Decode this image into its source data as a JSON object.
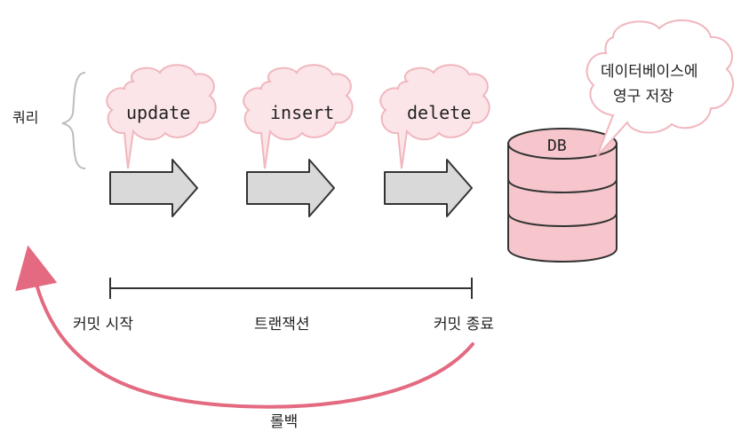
{
  "query_label": "쿼리",
  "queries": [
    {
      "label": "update"
    },
    {
      "label": "insert"
    },
    {
      "label": "delete"
    }
  ],
  "db_label": "DB",
  "db_callout": [
    "데이터베이스에",
    "영구 저장"
  ],
  "timeline": {
    "start_label": "커밋 시작",
    "middle_label": "트랜잭션",
    "end_label": "커밋 종료"
  },
  "rollback_label": "롤백",
  "colors": {
    "cloud_fill": "#fbe5e8",
    "cloud_stroke": "#f0b7be",
    "arrow_fill": "#d9d9d9",
    "db_fill": "#f6c6cc",
    "rollback": "#e36a80",
    "brace": "#bdbdbd"
  }
}
